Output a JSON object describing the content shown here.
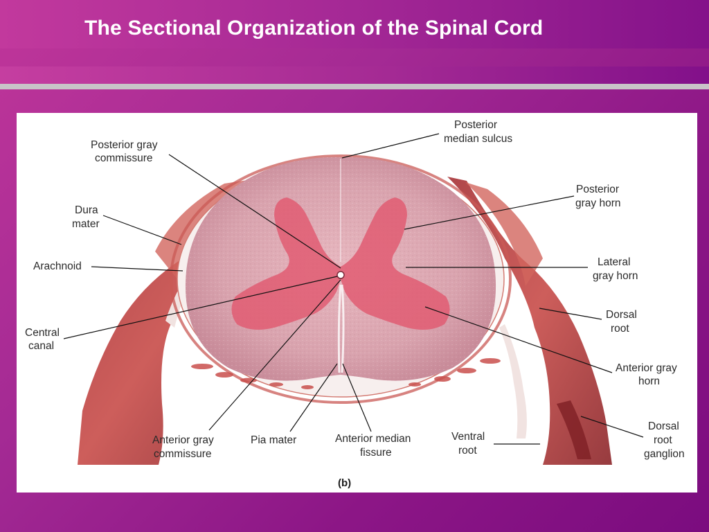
{
  "slide": {
    "title": "The Sectional Organization of the Spinal Cord"
  },
  "figure": {
    "sublabel": "(b)",
    "labels": [
      {
        "id": "posterior-median-sulcus",
        "lines": [
          "Posterior",
          "median sulcus"
        ]
      },
      {
        "id": "posterior-gray-commissure",
        "lines": [
          "Posterior gray",
          "commissure"
        ]
      },
      {
        "id": "posterior-gray-horn",
        "lines": [
          "Posterior",
          "gray horn"
        ]
      },
      {
        "id": "dura-mater",
        "lines": [
          "Dura",
          "mater"
        ]
      },
      {
        "id": "arachnoid",
        "lines": [
          "Arachnoid"
        ]
      },
      {
        "id": "lateral-gray-horn",
        "lines": [
          "Lateral",
          "gray horn"
        ]
      },
      {
        "id": "central-canal",
        "lines": [
          "Central",
          "canal"
        ]
      },
      {
        "id": "dorsal-root",
        "lines": [
          "Dorsal",
          "root"
        ]
      },
      {
        "id": "anterior-gray-horn",
        "lines": [
          "Anterior gray",
          "horn"
        ]
      },
      {
        "id": "anterior-gray-commissure",
        "lines": [
          "Anterior gray",
          "commissure"
        ]
      },
      {
        "id": "pia-mater",
        "lines": [
          "Pia mater"
        ]
      },
      {
        "id": "anterior-median-fissure",
        "lines": [
          "Anterior median",
          "fissure"
        ]
      },
      {
        "id": "ventral-root",
        "lines": [
          "Ventral",
          "root"
        ]
      },
      {
        "id": "dorsal-root-ganglion",
        "lines": [
          "Dorsal",
          "root",
          "ganglion"
        ]
      }
    ]
  }
}
